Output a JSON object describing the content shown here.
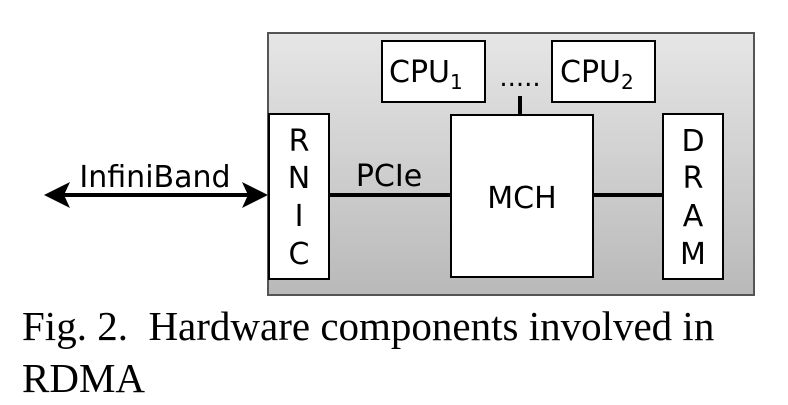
{
  "diagram": {
    "external_link": "InfiniBand",
    "bus_label": "PCIe",
    "rnic": {
      "letters": [
        "R",
        "N",
        "I",
        "C"
      ]
    },
    "dram": {
      "letters": [
        "D",
        "R",
        "A",
        "M"
      ]
    },
    "mch": "MCH",
    "cpu1": {
      "name": "CPU",
      "sub": "1"
    },
    "cpu2": {
      "name": "CPU",
      "sub": "2"
    },
    "ellipsis": "....."
  },
  "caption": {
    "label": "Fig. 2.",
    "text": "Hardware components involved in RDMA"
  }
}
